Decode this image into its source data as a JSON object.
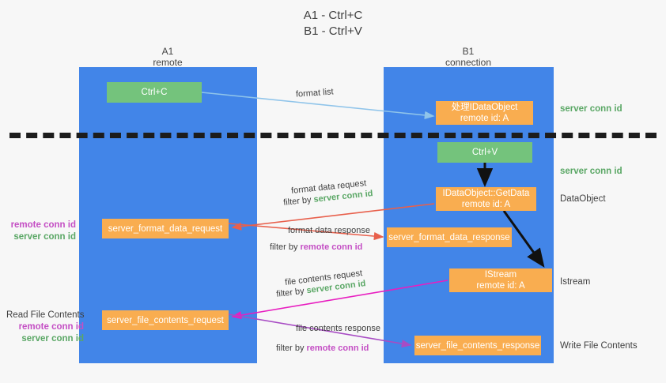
{
  "title": {
    "line1": "A1 - Ctrl+C",
    "line2": "B1 - Ctrl+V"
  },
  "lanes": [
    {
      "id": "a1",
      "title": "A1",
      "subtitle": "remote",
      "color": "#4285e8"
    },
    {
      "id": "b1",
      "title": "B1",
      "subtitle": "connection",
      "color": "#4285e8"
    }
  ],
  "boxes": {
    "ctrl_c": {
      "line1": "Ctrl+C",
      "color": "#74c37c"
    },
    "ctrl_v": {
      "line1": "Ctrl+V",
      "color": "#74c37c"
    },
    "idataobject": {
      "line1": "处理IDataObject",
      "line2": "remote id: A",
      "color": "#f9ad50"
    },
    "getdata": {
      "line1": "IDataObject::GetData",
      "line2": "remote id: A",
      "color": "#f9ad50"
    },
    "istream": {
      "line1": "IStream",
      "line2": "remote id: A",
      "color": "#f9ad50"
    },
    "server_format_data_request": {
      "line1": "server_format_data_request",
      "color": "#f9ad50"
    },
    "server_format_data_response": {
      "line1": "server_format_data_response",
      "color": "#f9ad50"
    },
    "server_file_contents_request": {
      "line1": "server_file_contents_request",
      "color": "#f9ad50"
    },
    "server_file_contents_response": {
      "line1": "server_file_contents_response",
      "color": "#f9ad50"
    }
  },
  "right_notes": {
    "server_conn_id_top": "server conn id",
    "server_conn_id_mid": "server conn id",
    "dataobject": "DataObject",
    "istream": "Istream",
    "write_file_contents": "Write File Contents"
  },
  "left_notes": {
    "remote_conn_id_1": "remote conn id",
    "server_conn_id_1": "server conn id",
    "read_file_contents": "Read File Contents",
    "remote_conn_id_2": "remote conn id",
    "server_conn_id_2": "server conn id"
  },
  "edge_labels": {
    "format_list": "format list",
    "format_data_request": "format data request",
    "filter_by": "filter by",
    "filter_server_conn_id": "server conn id",
    "format_data_response": "format data response",
    "filter_remote_conn_id": "remote conn id",
    "file_contents_request": "file contents request",
    "file_contents_response": "file contents response"
  },
  "colors": {
    "lane": "#4285e8",
    "green_box": "#74c37c",
    "orange_box": "#f9ad50",
    "green_text": "#5aa765",
    "purple_text": "#c44ec4",
    "arrow_blue": "#8fc4ea",
    "arrow_red": "#e8604c",
    "arrow_magenta": "#e81ec0",
    "arrow_purple": "#a84cc4",
    "arrow_black": "#111111",
    "divider": "#1c1c1c"
  }
}
